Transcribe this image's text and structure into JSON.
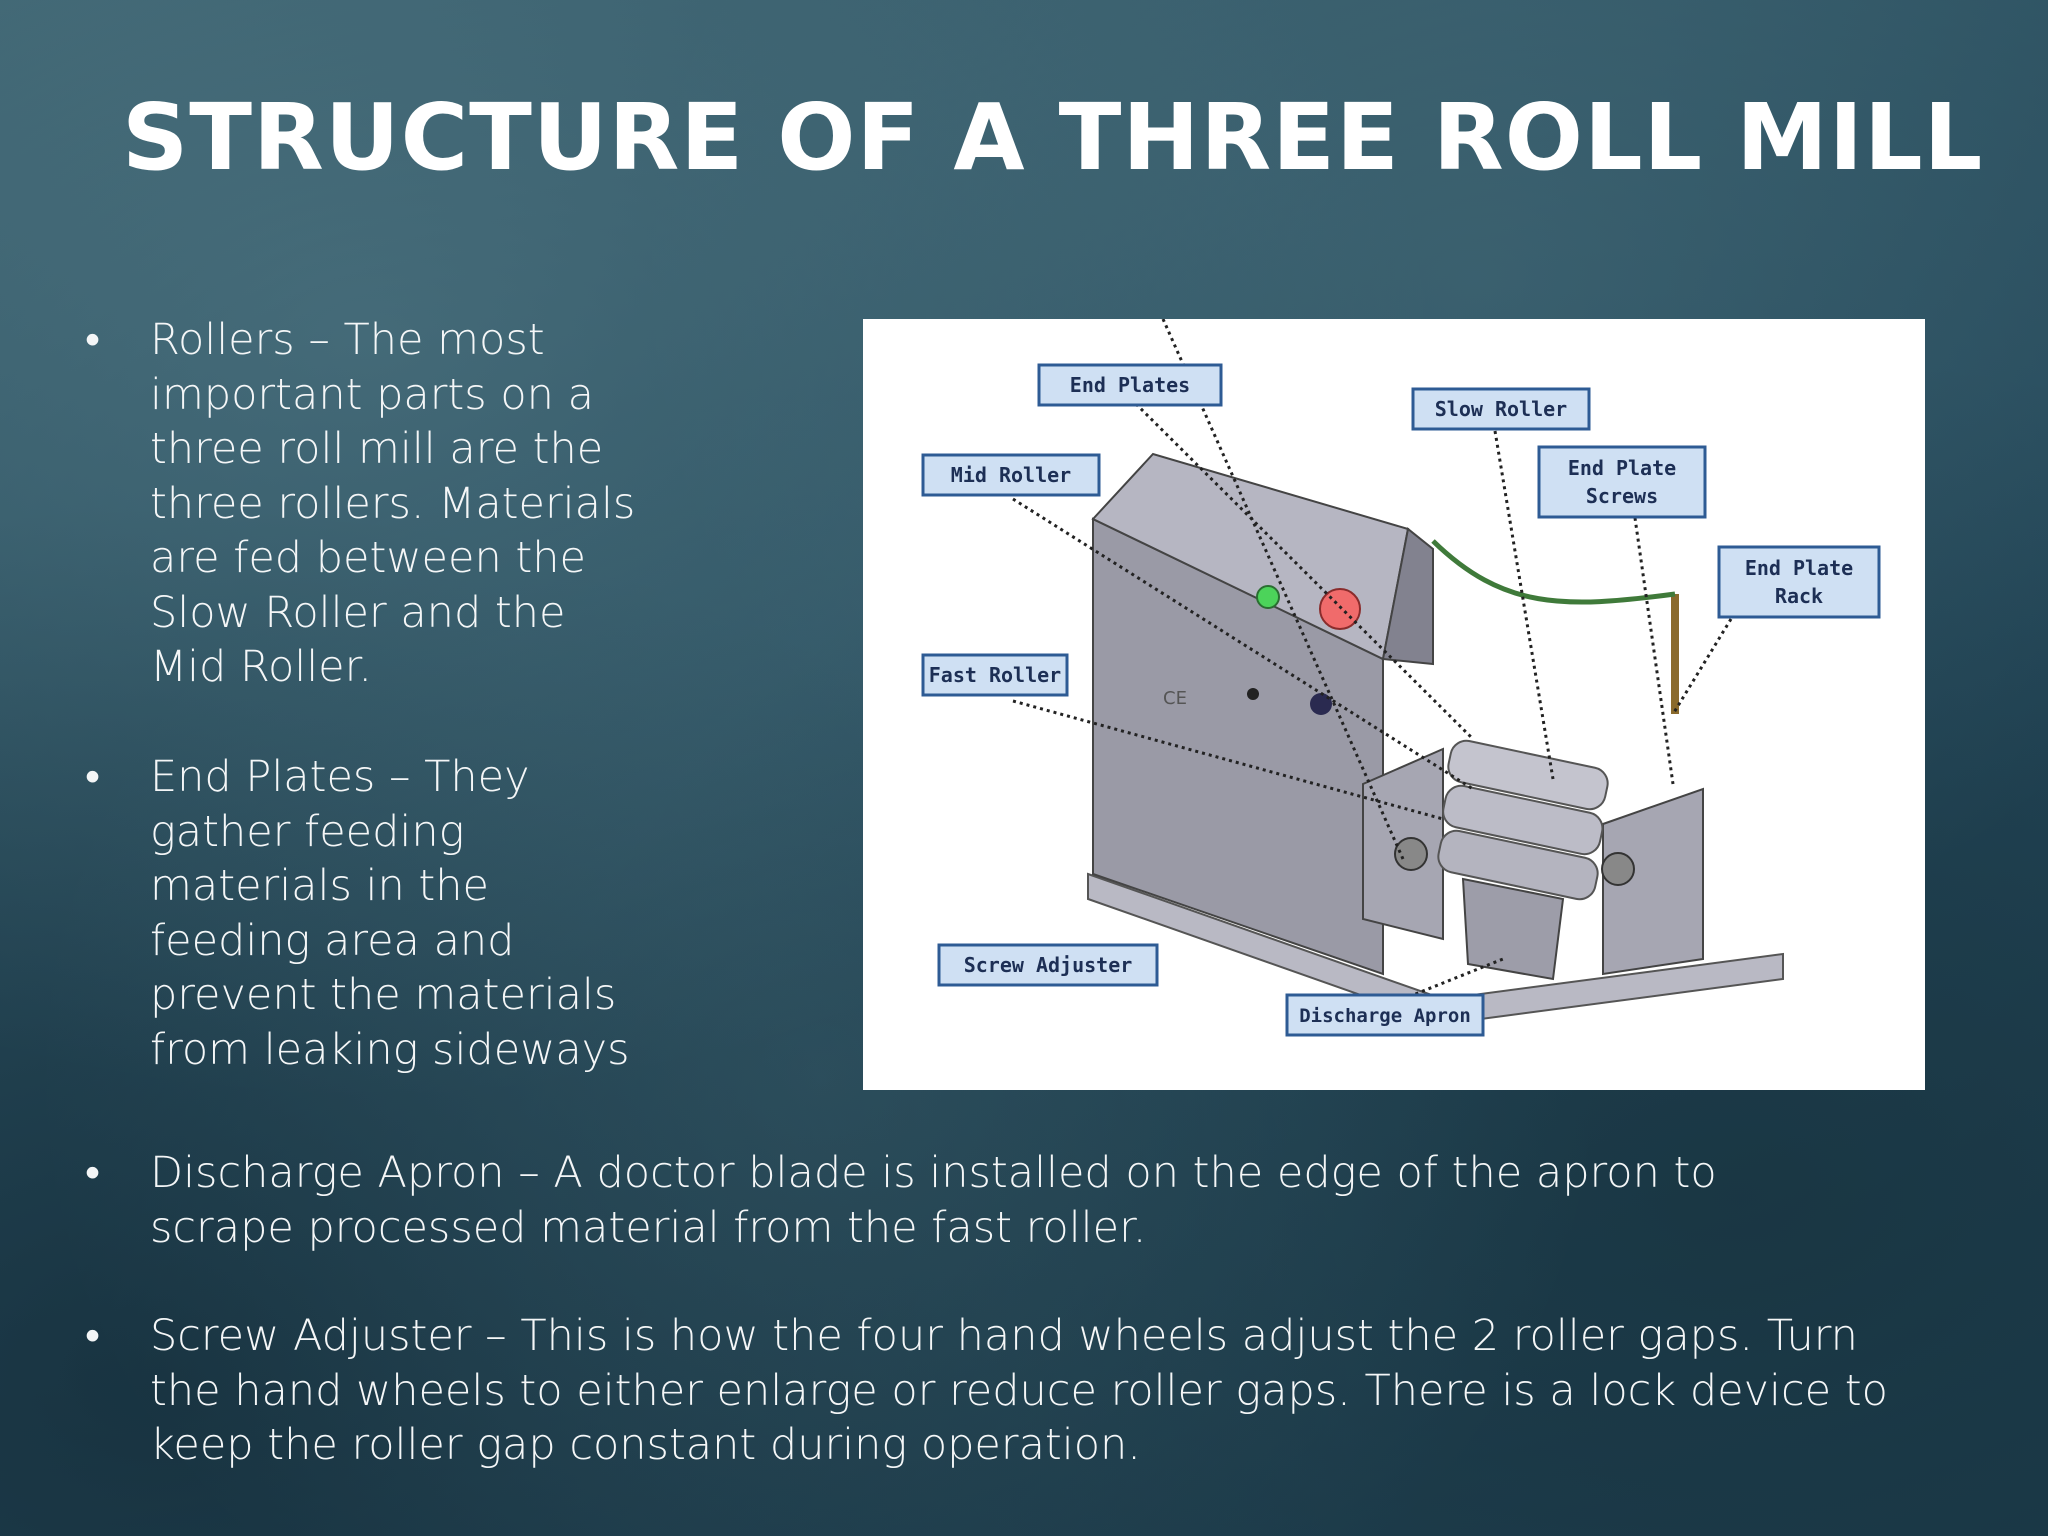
{
  "title": "STRUCTURE OF A THREE ROLL MILL",
  "bullet_glyph": "•",
  "bullets": [
    {
      "lines": [
        "Rollers – The most",
        "important parts on a",
        "three roll mill are the",
        "three rollers. Materials",
        "are fed between the",
        "Slow Roller and the",
        "Mid Roller."
      ]
    },
    {
      "lines": [
        "End Plates – They",
        "gather feeding",
        "materials in the",
        "feeding area and",
        "prevent the materials",
        "from leaking sideways"
      ]
    },
    {
      "lines": [
        "Discharge Apron – A doctor blade is installed on the edge of the apron to",
        "scrape processed material from the fast roller."
      ]
    },
    {
      "lines": [
        "Screw Adjuster – This is how the four hand wheels adjust the 2 roller gaps. Turn",
        "the hand wheels to either enlarge or reduce roller gaps. There is a lock device to",
        "keep the roller gap constant during operation."
      ]
    }
  ],
  "diagram": {
    "labels": {
      "end_plates": "End Plates",
      "slow_roller": "Slow Roller",
      "mid_roller": "Mid Roller",
      "end_plate_screws_1": "End Plate",
      "end_plate_screws_2": "Screws",
      "end_plate_rack_1": "End Plate",
      "end_plate_rack_2": "Rack",
      "fast_roller": "Fast Roller",
      "screw_adjuster": "Screw Adjuster",
      "discharge_apron": "Discharge Apron"
    },
    "colors": {
      "label_fill": "#cfe0f3",
      "label_border": "#2e5b94",
      "label_text": "#1d2f55",
      "machine_body": "#9a9aa6",
      "machine_dark": "#6f6f7c",
      "power_green": "#4cd35a",
      "stop_red": "#f06b6b"
    }
  }
}
